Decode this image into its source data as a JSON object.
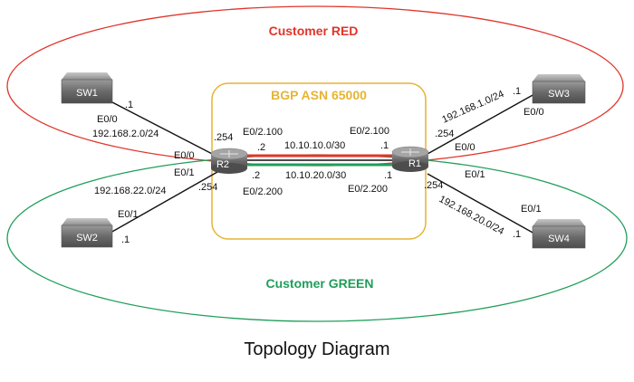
{
  "colors": {
    "red": "#e0352b",
    "green": "#1f9e5a",
    "bgp": "#e6b433",
    "device": "#6f6f6f"
  },
  "groups": {
    "red_title": "Customer RED",
    "green_title": "Customer GREEN",
    "bgp_title": "BGP ASN 65000"
  },
  "devices": {
    "sw1": "SW1",
    "sw2": "SW2",
    "sw3": "SW3",
    "sw4": "SW4",
    "r1": "R1",
    "r2": "R2"
  },
  "labels": {
    "sw1_host": ".1",
    "sw1_if": "E0/0",
    "sw1_net": "192.168.2.0/24",
    "r2_red_host": ".254",
    "r2_e00": "E0/0",
    "r2_e01": "E0/1",
    "sw2_net": "192.168.22.0/24",
    "r2_green_host": ".254",
    "sw2_if": "E0/1",
    "sw2_host": ".1",
    "r2_sub100": "E0/2.100",
    "r2_sub100_host": ".2",
    "net_red": "10.10.10.0/30",
    "r1_sub100": "E0/2.100",
    "r1_sub100_host": ".1",
    "r2_sub200_host": ".2",
    "net_green": "10.10.20.0/30",
    "r1_sub200_host": ".1",
    "r2_sub200": "E0/2.200",
    "r1_sub200": "E0/2.200",
    "sw3_net": "192.168.1.0/24",
    "sw3_host": ".1",
    "sw3_if": "E0/0",
    "r1_red_host": ".254",
    "r1_e00": "E0/0",
    "r1_e01": "E0/1",
    "r1_green_host": ".254",
    "sw4_net": "192.168.20.0/24",
    "sw4_if": "E0/1",
    "sw4_host": ".1"
  },
  "caption": "Topology Diagram"
}
